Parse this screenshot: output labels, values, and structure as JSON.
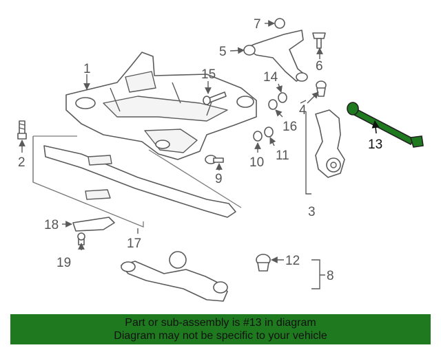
{
  "diagram": {
    "callouts": [
      "1",
      "2",
      "3",
      "4",
      "5",
      "6",
      "7",
      "8",
      "9",
      "10",
      "11",
      "12",
      "13",
      "14",
      "15",
      "16",
      "17",
      "18",
      "19"
    ],
    "highlighted_part": "13",
    "highlight_color": "#1f7a1f"
  },
  "banner": {
    "line1": "Part or sub-assembly is #13 in diagram",
    "line2": "Diagram may not be specific to your vehicle",
    "background": "#1f7a1f"
  }
}
